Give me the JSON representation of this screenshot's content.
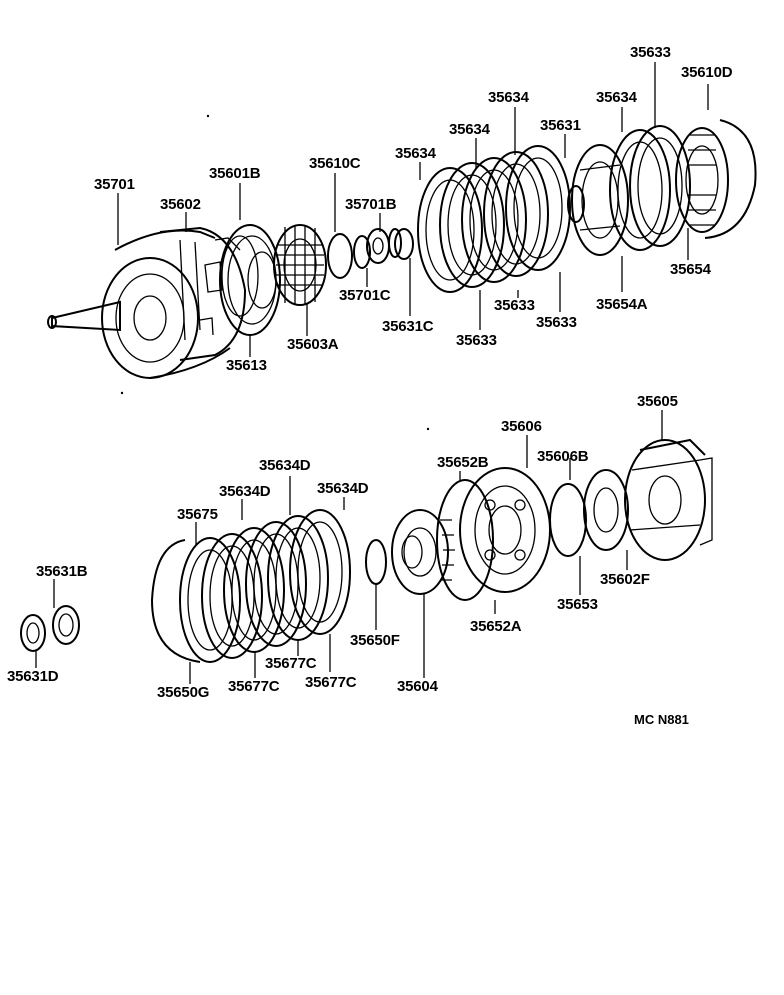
{
  "parts": {
    "p35701": "35701",
    "p35602": "35602",
    "p35601B": "35601B",
    "p35610C": "35610C",
    "p35701B": "35701B",
    "p35634_a": "35634",
    "p35634_b": "35634",
    "p35634_c": "35634",
    "p35631": "35631",
    "p35634_d": "35634",
    "p35633_top": "35633",
    "p35610D": "35610D",
    "p35654": "35654",
    "p35654A": "35654A",
    "p35633_a": "35633",
    "p35633_b": "35633",
    "p35633_c": "35633",
    "p35631C": "35631C",
    "p35701C": "35701C",
    "p35603A": "35603A",
    "p35613": "35613",
    "p35605": "35605",
    "p35606": "35606",
    "p35606B": "35606B",
    "p35652B": "35652B",
    "p35634D_a": "35634D",
    "p35634D_b": "35634D",
    "p35634D_c": "35634D",
    "p35675": "35675",
    "p35631B": "35631B",
    "p35631D": "35631D",
    "p35650G": "35650G",
    "p35677C_a": "35677C",
    "p35677C_b": "35677C",
    "p35677C_c": "35677C",
    "p35650F": "35650F",
    "p35604": "35604",
    "p35652A": "35652A",
    "p35653": "35653",
    "p35602F": "35602F"
  },
  "diagram_code": "MC N881"
}
